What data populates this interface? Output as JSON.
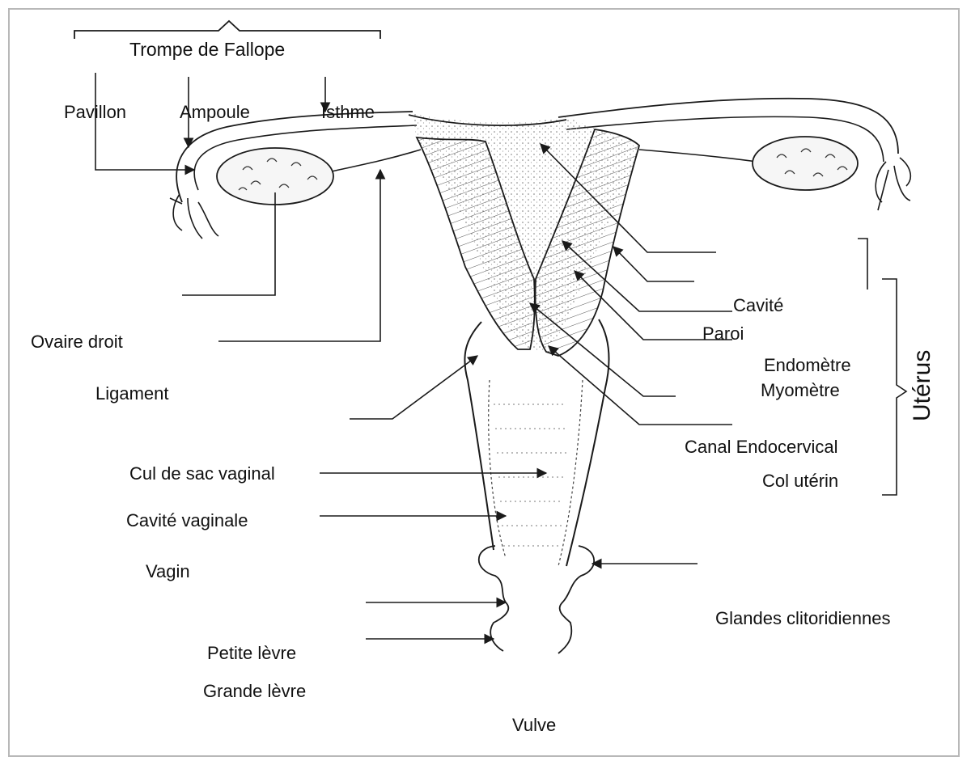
{
  "labels": {
    "fallopian_tube": "Trompe de Fallope",
    "infundibulum": "Pavillon",
    "ampulla": "Ampoule",
    "isthmus": "Isthme",
    "right_ovary": "Ovaire droit",
    "ligament": "Ligament",
    "cavity": "Cavité",
    "wall": "Paroi",
    "endometrium": "Endomètre",
    "myometrium": "Myomètre",
    "endocervical_canal": "Canal Endocervical",
    "cervix": "Col utérin",
    "uterus": "Utérus",
    "vaginal_fornix": "Cul de sac vaginal",
    "vaginal_cavity": "Cavité vaginale",
    "vagina": "Vagin",
    "clitoral_glands": "Glandes clitoridiennes",
    "labia_minora": "Petite lèvre",
    "labia_majora": "Grande lèvre",
    "vulva": "Vulve"
  },
  "colors": {
    "line": "#1a1a1a",
    "frame": "#b8b8b8",
    "tissue": "#d8d8d8",
    "background": "#ffffff"
  }
}
